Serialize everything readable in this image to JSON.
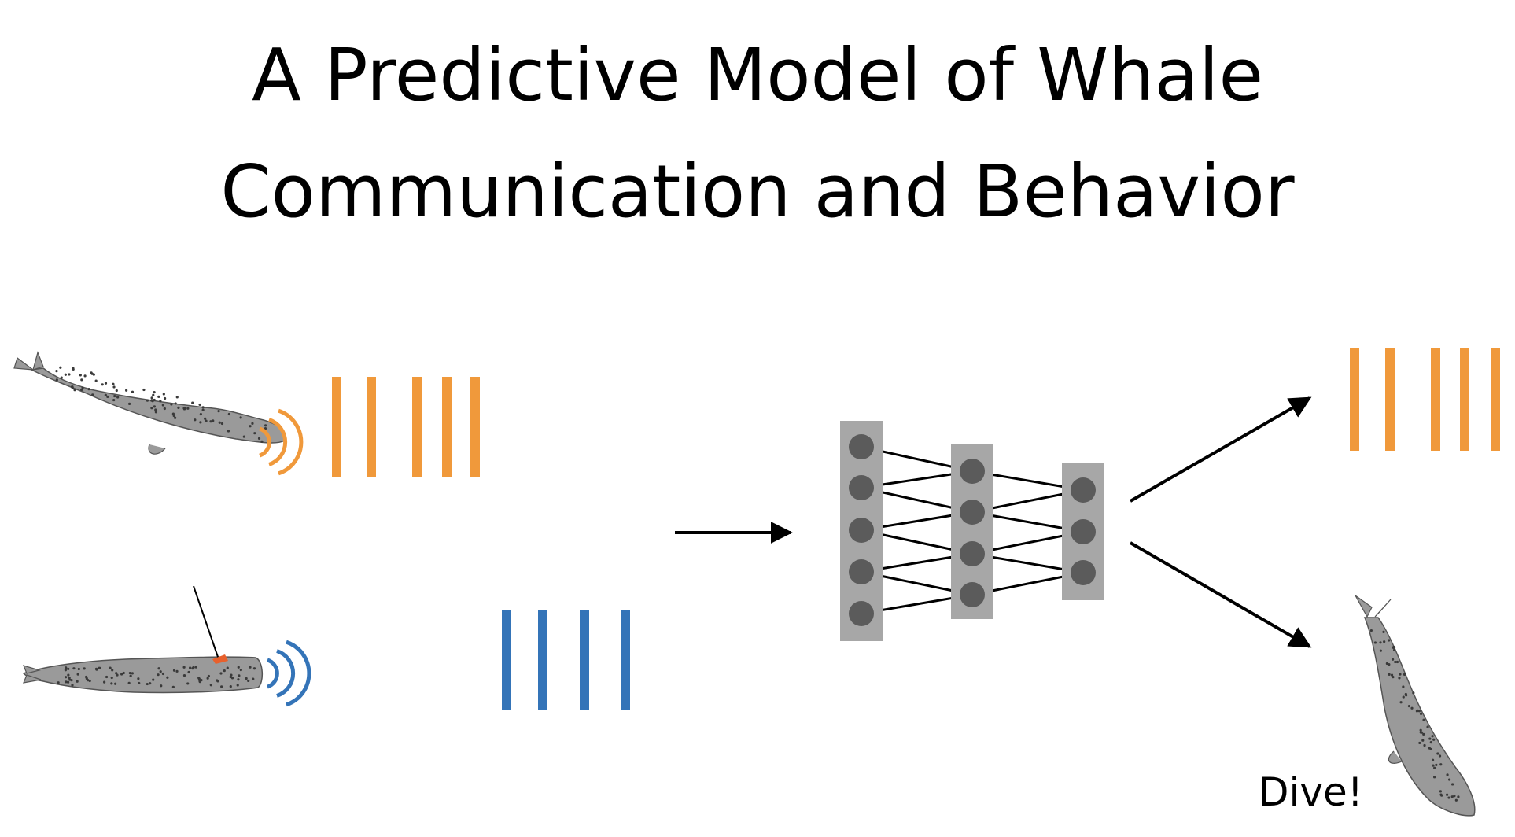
{
  "title": {
    "line1": "A Predictive Model of Whale",
    "line2": "Communication and Behavior"
  },
  "output_label": "Dive!",
  "colors": {
    "orange": "#F0993B",
    "blue": "#3474B8",
    "layer_bg": "#A7A7A7",
    "node": "#5B5B5B",
    "arrow": "#000000",
    "whale_body": "#9A9A9A",
    "whale_spots": "#3A3A3A",
    "tag": "#E8602C"
  },
  "icons": {
    "whale_top": "sperm-whale-icon",
    "whale_bottom": "tagged-sperm-whale-icon",
    "whale_output": "diving-whale-icon",
    "sound_orange": "sound-waves-icon",
    "sound_blue": "sound-waves-icon",
    "network": "neural-network-icon"
  },
  "network": {
    "layers": [
      5,
      4,
      3
    ]
  },
  "clicks": {
    "orange_input": 5,
    "blue_input": 4,
    "orange_output": 5
  }
}
